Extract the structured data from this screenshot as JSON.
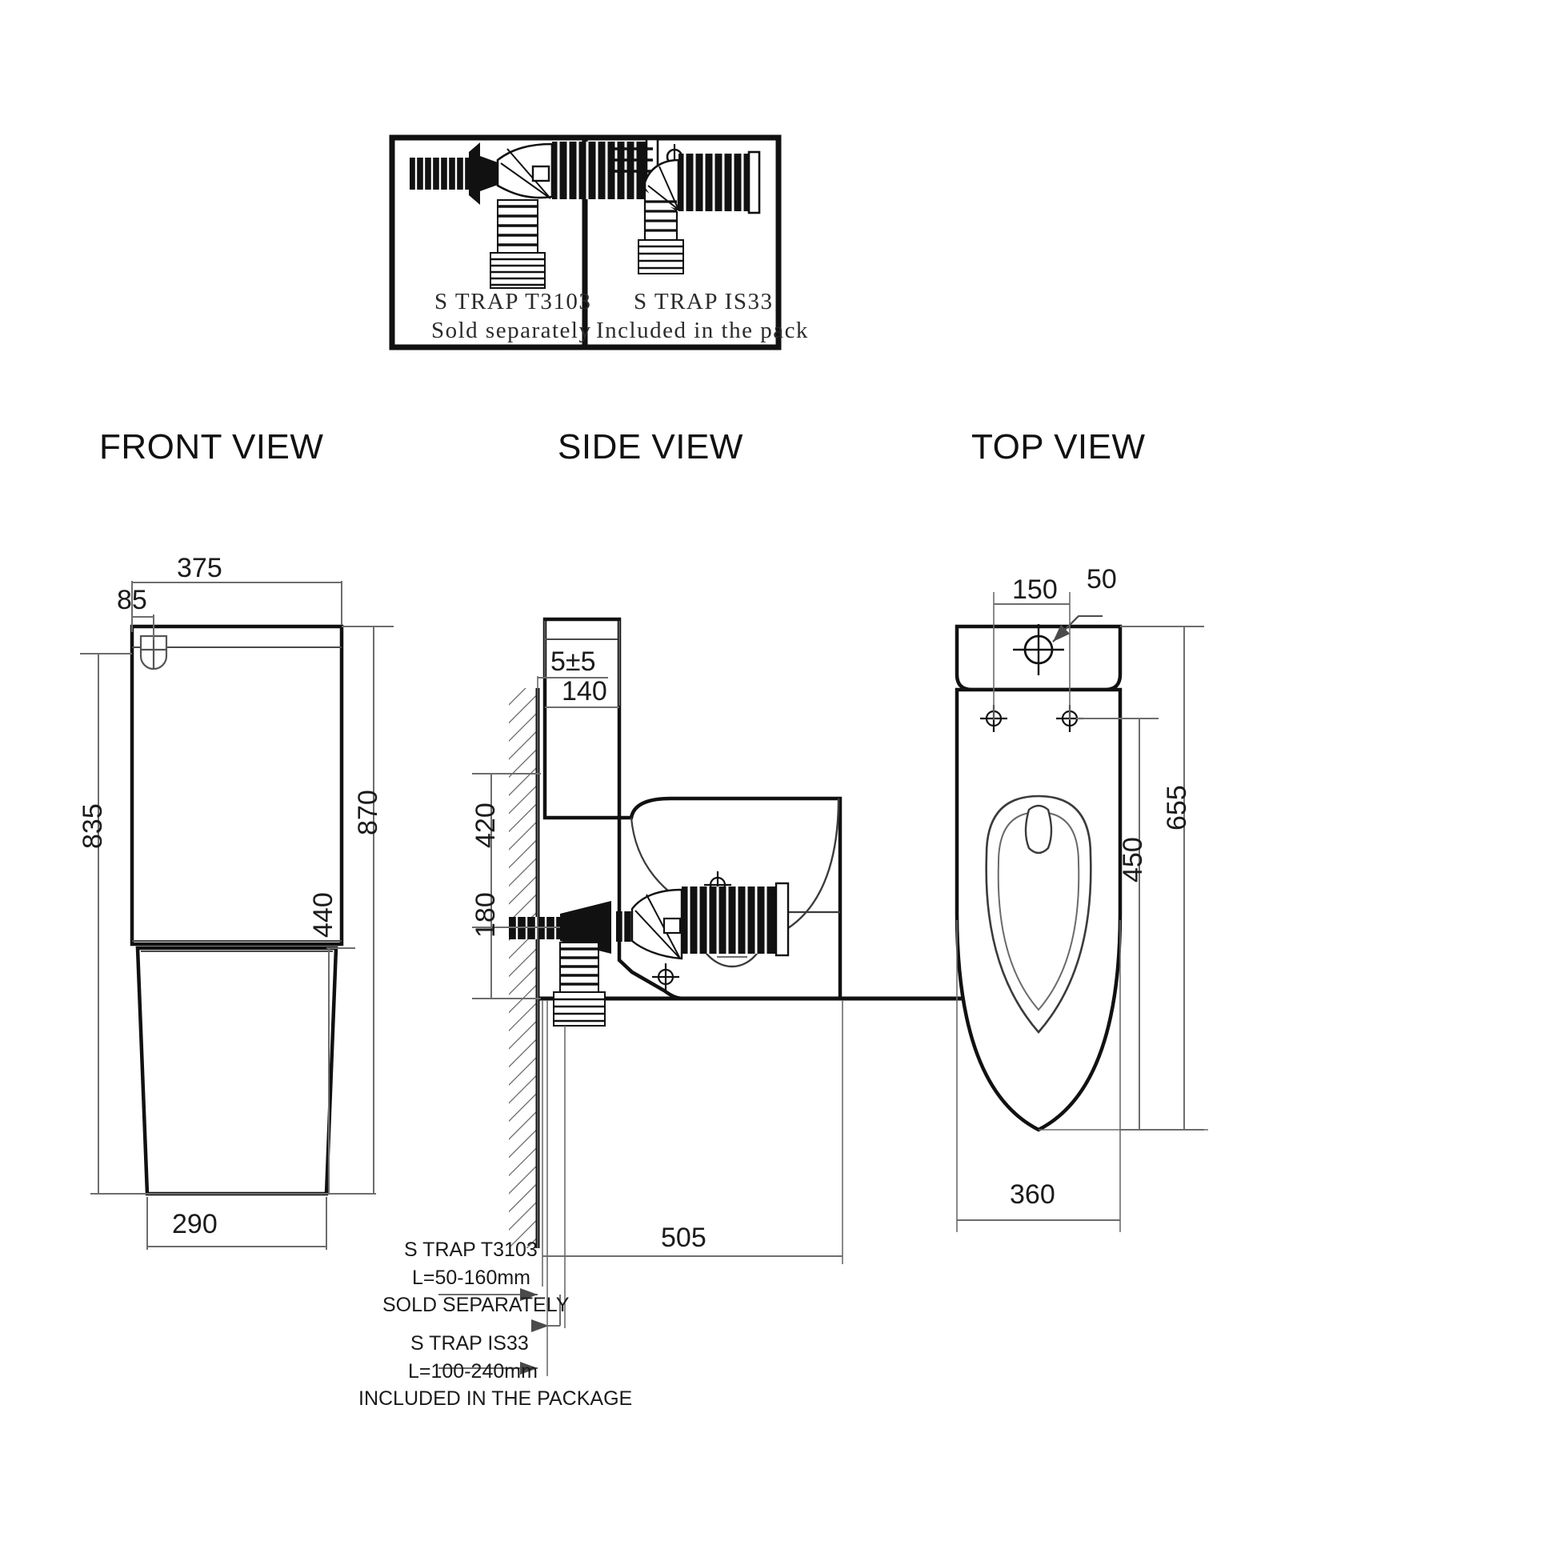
{
  "document": {
    "type": "technical-drawing",
    "product": "close-coupled toilet pan with cistern",
    "units": "mm"
  },
  "trap_panel": {
    "left_box": {
      "icon": "s-trap-t3103-icon",
      "line1": "S TRAP T3103",
      "line2": "Sold separately"
    },
    "right_box": {
      "icon": "s-trap-is33-icon",
      "line1": "S TRAP IS33",
      "line2": "Included in the pack"
    }
  },
  "views": {
    "front": {
      "title": "FRONT VIEW",
      "dims": {
        "width_total": "375",
        "button_offset": "85",
        "height_to_tank_base": "835",
        "height_total": "870",
        "pan_height": "440",
        "base_width": "290"
      }
    },
    "side": {
      "title": "SIDE VIEW",
      "dims": {
        "wall_gap": "5±5",
        "tank_depth": "140",
        "tank_height": "420",
        "outlet_height": "180",
        "total_depth": "505"
      },
      "notes": {
        "t3103": {
          "line1": "S TRAP T3103",
          "line2": "L=50-160mm",
          "line3": "SOLD  SEPARATELY"
        },
        "is33": {
          "line1": "S TRAP IS33",
          "line2": "L=100-240mm",
          "line3": "INCLUDED IN  THE PACKAGE"
        }
      }
    },
    "top": {
      "title": "TOP VIEW",
      "dims": {
        "button_offset": "150",
        "button_diameter": "50",
        "length_total": "655",
        "bowl_length": "450",
        "width": "360"
      }
    }
  },
  "colors": {
    "outline": "#111111",
    "dimension_line": "#6d6d6d",
    "text": "#1b1b1b"
  }
}
